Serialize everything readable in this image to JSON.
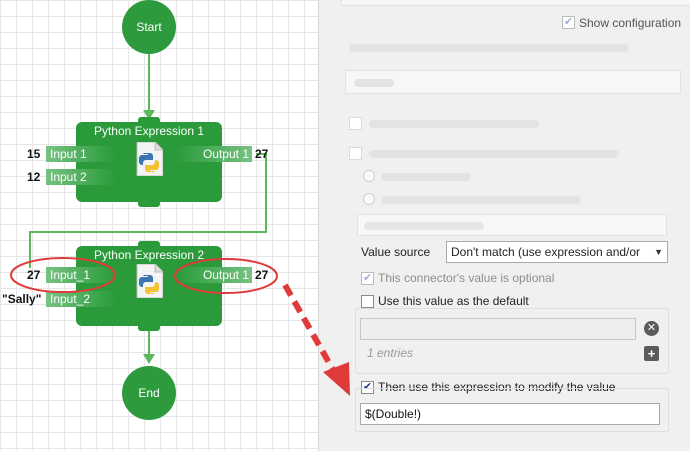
{
  "canvas": {
    "start_node": "Start",
    "end_node": "End",
    "block1": {
      "title": "Python Expression 1",
      "inputs": [
        "Input 1",
        "Input 2"
      ],
      "input_values": [
        "15",
        "12"
      ],
      "output": "Output 1",
      "output_value": "27"
    },
    "block2": {
      "title": "Python Expression 2",
      "inputs": [
        "Input_1",
        "Input_2"
      ],
      "input_values": [
        "27",
        "\"Sally\""
      ],
      "output": "Output 1",
      "output_value": "27"
    }
  },
  "panel": {
    "show_config_label": "Show configuration",
    "show_config_checked": true,
    "value_source_label": "Value source",
    "value_source_value": "Don't match (use expression and/or",
    "optional_label": "This connector's value is optional",
    "optional_checked": true,
    "default_label": "Use this value as the default",
    "default_checked": false,
    "entries_label": "1 entries",
    "expression_label": "Then use this expression to modify the value",
    "expression_checked": true,
    "expression_value": "$(Double!)"
  },
  "colors": {
    "node_green": "#2b9a3b",
    "annotation_red": "#e03b3b",
    "link_green": "#5cb85c"
  }
}
